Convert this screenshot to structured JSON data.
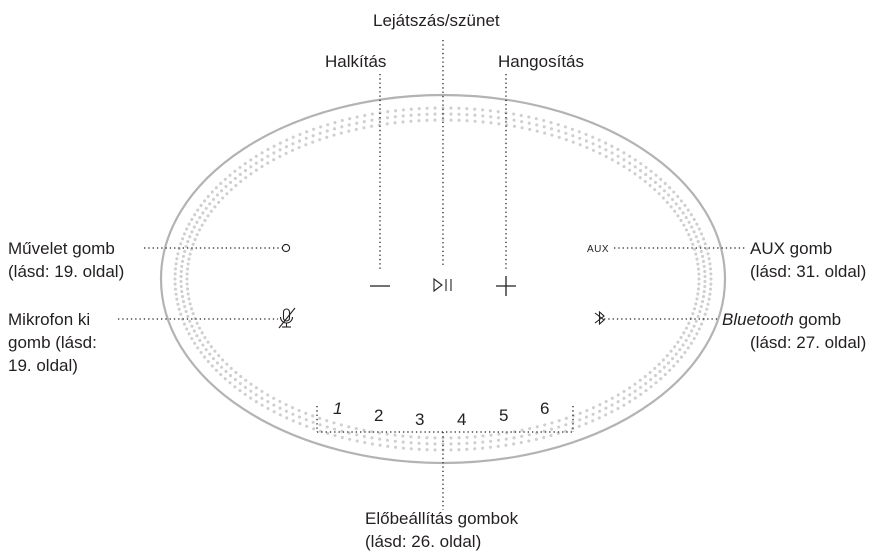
{
  "labels": {
    "play_pause": "Lejátszás/szünet",
    "volume_down": "Halkítás",
    "volume_up": "Hangosítás",
    "action": {
      "line1": "Művelet gomb",
      "line2": "(lásd: 19. oldal)"
    },
    "mic_off": {
      "line1": "Mikrofon ki",
      "line2": "gomb (lásd:",
      "line3": "19. oldal)"
    },
    "aux": {
      "line1": "AUX gomb",
      "line2": "(lásd: 31. oldal)"
    },
    "bluetooth": {
      "line1_italic": "Bluetooth",
      "line1_rest": " gomb",
      "line2": "(lásd: 27. oldal)"
    },
    "presets": {
      "line1": "Előbeállítás gombok",
      "line2": "(lásd: 26. oldal)"
    }
  },
  "device": {
    "aux_marking": "AUX",
    "preset_numbers": [
      "1",
      "2",
      "3",
      "4",
      "5",
      "6"
    ],
    "icons": [
      "action-circle-icon",
      "mic-off-icon",
      "volume-down-icon",
      "play-pause-icon",
      "volume-up-icon",
      "aux-icon",
      "bluetooth-icon"
    ]
  },
  "colors": {
    "text": "#231f20",
    "outline": "#b3b3b3",
    "dots": "#cfcfcf",
    "leader": "#231f20"
  }
}
